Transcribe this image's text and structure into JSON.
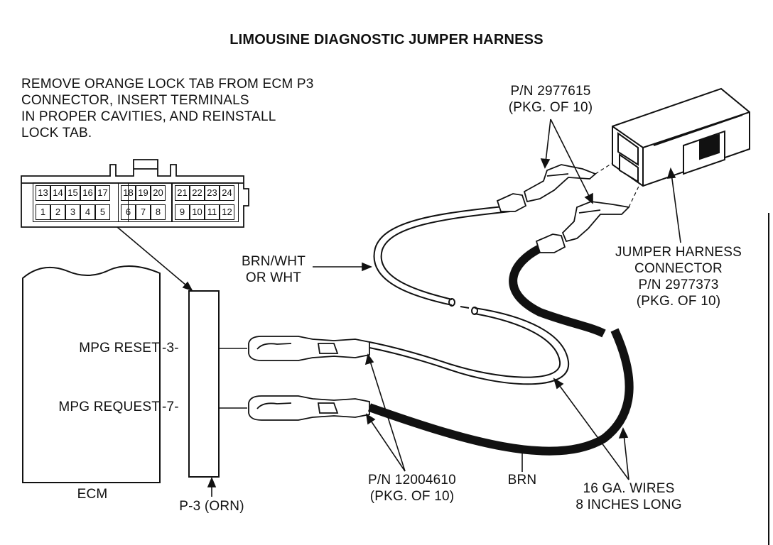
{
  "title": "LIMOUSINE DIAGNOSTIC JUMPER HARNESS",
  "instructions": [
    "REMOVE ORANGE LOCK TAB FROM ECM P3",
    "CONNECTOR, INSERT TERMINALS",
    "IN PROPER CAVITIES, AND REINSTALL",
    "LOCK TAB."
  ],
  "connector_pins": {
    "top_row": [
      "13",
      "14",
      "15",
      "16",
      "17",
      "18",
      "19",
      "20",
      "21",
      "22",
      "23",
      "24"
    ],
    "bottom_row": [
      "1",
      "2",
      "3",
      "4",
      "5",
      "6",
      "7",
      "8",
      "9",
      "10",
      "11",
      "12"
    ]
  },
  "ecm": {
    "label": "ECM",
    "circuits": [
      {
        "name": "MPG RESET",
        "pin": "-3-"
      },
      {
        "name": "MPG REQUEST",
        "pin": "-7-"
      }
    ]
  },
  "p3_label": "P-3 (ORN)",
  "wire_brn_wht": [
    "BRN/WHT",
    "OR WHT"
  ],
  "wire_brn": "BRN",
  "terminal_pn_top": [
    "P/N 2977615",
    "(PKG. OF 10)"
  ],
  "terminal_pn_bottom": [
    "P/N 12004610",
    "(PKG. OF 10)"
  ],
  "jumper_connector": [
    "JUMPER HARNESS",
    "CONNECTOR",
    "P/N 2977373",
    "(PKG. OF 10)"
  ],
  "wire_spec": [
    "16 GA. WIRES",
    "8 INCHES LONG"
  ]
}
